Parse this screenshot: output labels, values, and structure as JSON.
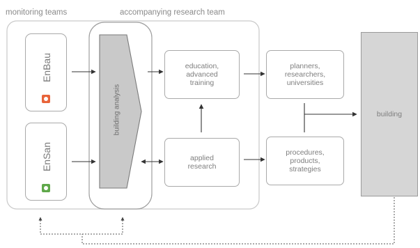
{
  "labels": {
    "monitoring_teams": "monitoring teams",
    "accompanying_research_team": "accompanying research team"
  },
  "teams": {
    "enbau": {
      "label": "EnBau",
      "color": "#e8643a"
    },
    "ensan": {
      "label": "EnSan",
      "color": "#5fa84a"
    }
  },
  "analysis": {
    "label": "building analysis"
  },
  "boxes": {
    "education": "education,\nadvanced\ntraining",
    "applied": "applied\nresearch",
    "planners": "planners,\nresearchers,\nuniversities",
    "procedures": "procedures,\nproducts,\nstrategies",
    "building": "building"
  }
}
